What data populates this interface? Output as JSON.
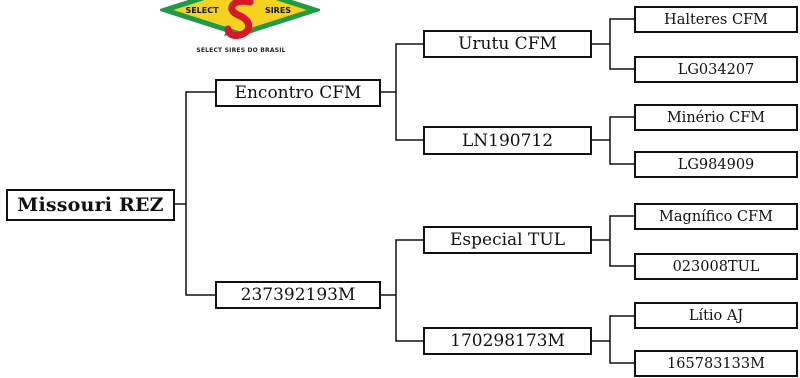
{
  "logo": {
    "left_text": "SELECT",
    "right_text": "SIRES",
    "caption": "SELECT SIRES DO BRASIL",
    "colors": {
      "green": "#1f9a45",
      "yellow": "#f4d21f",
      "red": "#d7182a"
    }
  },
  "pedigree": {
    "subject": "Missouri REZ",
    "sire": "Encontro CFM",
    "dam": "237392193M",
    "sire_sire": "Urutu CFM",
    "sire_dam": "LN190712",
    "dam_sire": "Especial TUL",
    "dam_dam": "170298173M",
    "sire_sire_sire": "Halteres CFM",
    "sire_sire_dam": "LG034207",
    "sire_dam_sire": "Minério CFM",
    "sire_dam_dam": "LG984909",
    "dam_sire_sire": "Magnífico CFM",
    "dam_sire_dam": "023008TUL",
    "dam_dam_sire": "Lítio AJ",
    "dam_dam_dam": "165783133M"
  }
}
